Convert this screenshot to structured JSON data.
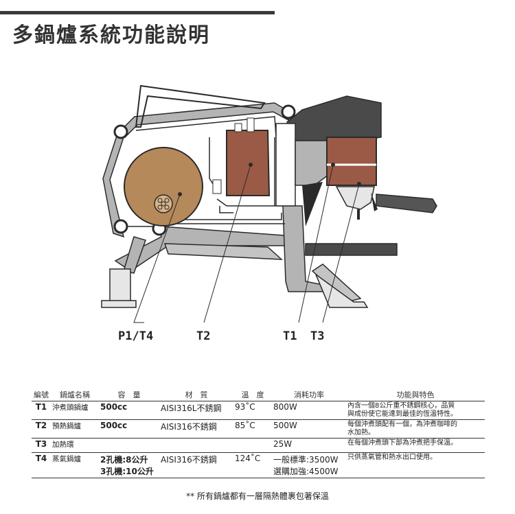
{
  "title": "多鍋爐系統功能說明",
  "callouts": {
    "p1t4": "P1/T4",
    "t2": "T2",
    "t1": "T1",
    "t3": "T3"
  },
  "colors": {
    "frame": "#b4b4b4",
    "frame_stroke": "#2a2a2a",
    "tank_round": "#b5895a",
    "tank_rect": "#9a5a45",
    "group_dark": "#4a4a4a",
    "handle": "#555555"
  },
  "table": {
    "headers": [
      "編號",
      "鍋爐名稱",
      "容　量",
      "材　質",
      "溫　度",
      "消耗功率",
      "功能與特色"
    ],
    "rows": [
      {
        "no": "T1",
        "name": "沖煮頭鍋爐",
        "capacity": [
          "500cc"
        ],
        "material": "AISI316L不銹鋼",
        "temp": "93˚C",
        "power": [
          "800W"
        ],
        "features": [
          "內含一個8公斤重不銹鋼核心，品質",
          "與成份使它能達到最佳的恆溫特性。"
        ]
      },
      {
        "no": "T2",
        "name": "預熱鍋爐",
        "capacity": [
          "500cc"
        ],
        "material": "AISI316不銹鋼",
        "temp": "85˚C",
        "power": [
          "500W"
        ],
        "features": [
          "每個沖煮頭配有一個，為沖煮咖啡的",
          "水加熱。"
        ]
      },
      {
        "no": "T3",
        "name": "加熱環",
        "capacity": [
          ""
        ],
        "material": "",
        "temp": "",
        "power": [
          "25W"
        ],
        "features": [
          "在每個沖煮頭下部為沖煮把手保溫。"
        ]
      },
      {
        "no": "T4",
        "name": "蒸氣鍋爐",
        "capacity": [
          "2孔機:8公升",
          "3孔機:10公升"
        ],
        "material": "AISI316不銹鋼",
        "temp": "124˚C",
        "power": [
          "一般標準:3500W",
          "選購加強:4500W"
        ],
        "features": [
          "只供蒸氣管和熱水出口使用。"
        ]
      }
    ]
  },
  "footnote": "** 所有鍋爐都有一層隔熱體裹包著保溫"
}
